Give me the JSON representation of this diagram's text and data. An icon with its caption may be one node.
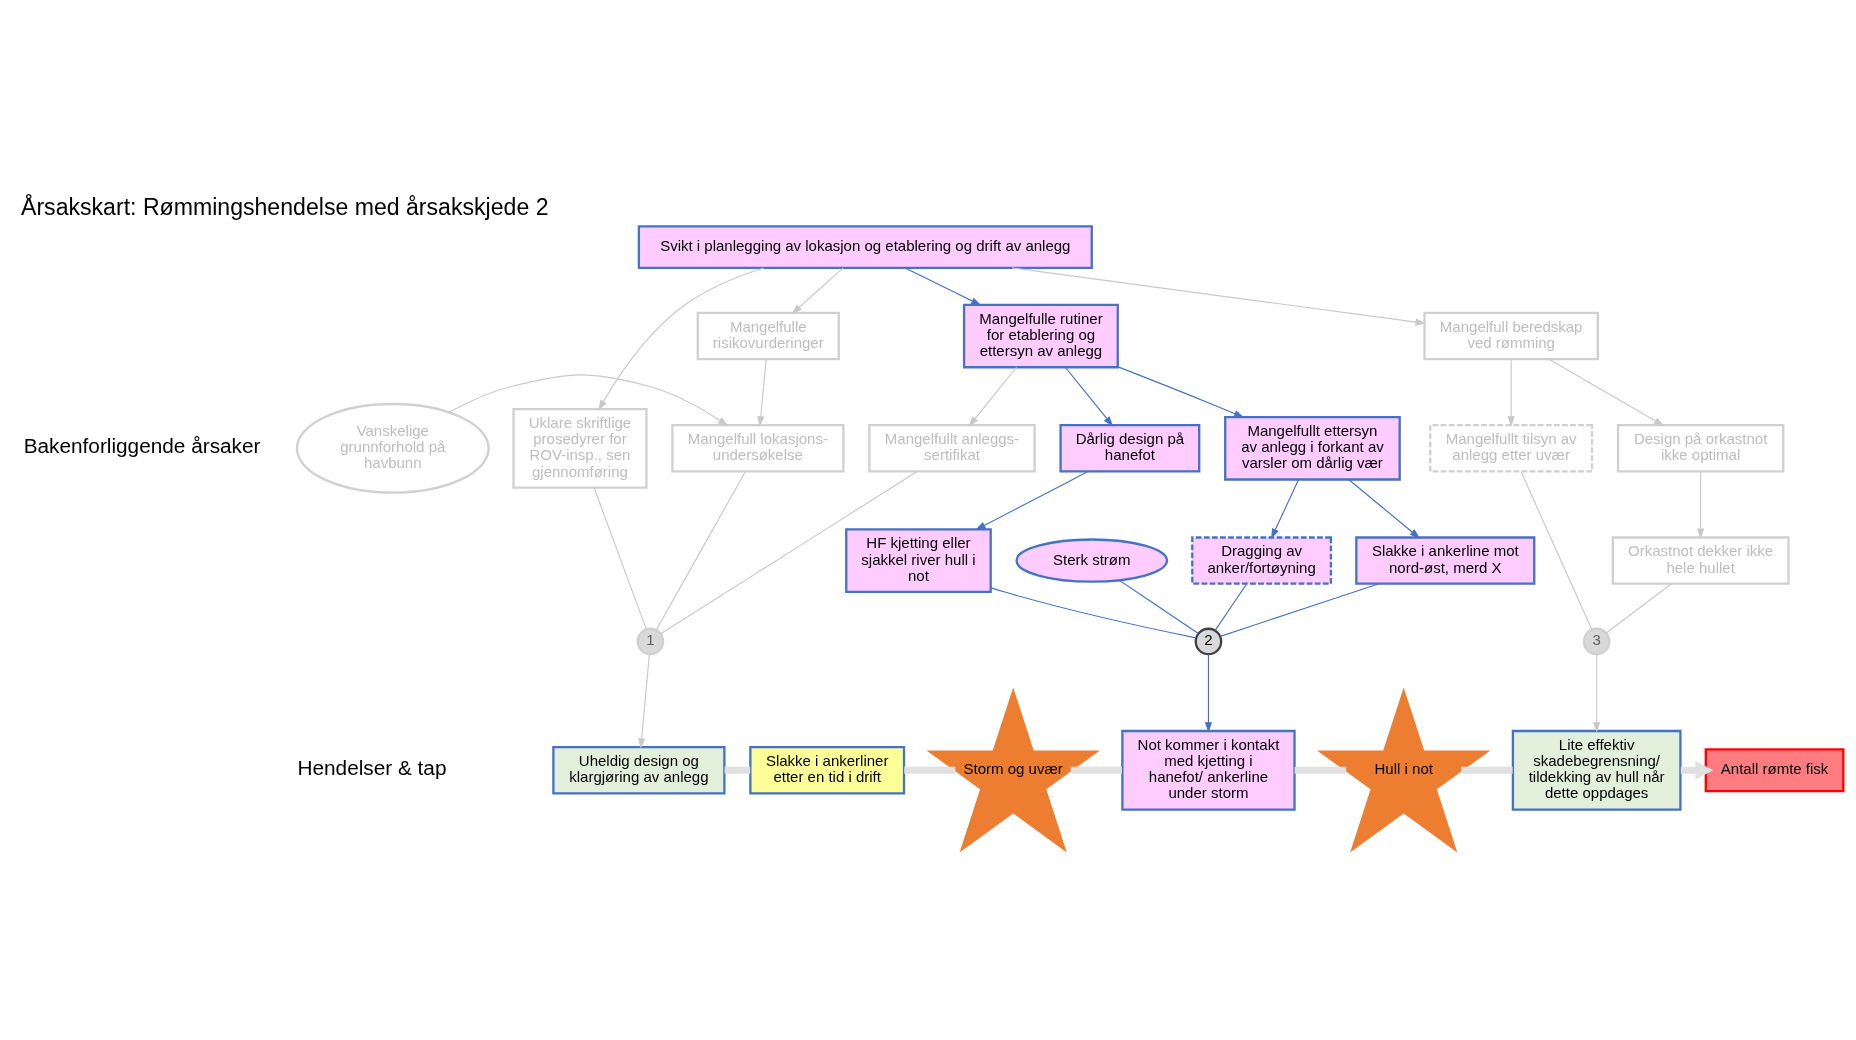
{
  "diagram": {
    "title": "Årsakskart: Rømmingshendelse med årsakskjede 2",
    "nodes": [
      {
        "text": [
          "Svikt i planlegging av lokasjon og etablering og drift av anlegg"
        ]
      },
      {
        "text": [
          "Mangelfulle risikovurderinger"
        ]
      },
      {
        "text": [
          "Mangelfulle rutiner for etablering og ettersyn av anlegg"
        ]
      },
      {
        "text": [
          "Mangelfull beredskap ved rømming"
        ]
      },
      {
        "text": [
          "Vanskelige grunnforhold på havbunn"
        ]
      },
      {
        "text": [
          "Mangelfull lokasjons- undersøkelse"
        ]
      },
      {
        "text": [
          "Uklare skriftlige prosedyrer for ROV-insp., sen gjennomføring"
        ]
      },
      {
        "text": [
          "Mangelfullt anleggs- sertifikat"
        ]
      },
      {
        "text": [
          "Mangelfullt ettersyn av anlegg i forkant av varsler om dårlig vær"
        ]
      },
      {
        "text": [
          "Dårlig design på hanefot"
        ]
      },
      {
        "text": [
          "Design på orkastnot ikke optimal"
        ]
      },
      {
        "text": [
          "Mangelfullt tilsyn av anlegg etter uvær"
        ]
      },
      {
        "text": [
          "Sterk strøm"
        ]
      },
      {
        "text": [
          "Dragging av anker/fortøyning"
        ]
      },
      {
        "text": [
          "Slakke i ankerline mot nord-øst, merd X"
        ]
      },
      {
        "text": [
          "HF kjetting eller sjakkel river hull i not"
        ]
      },
      {
        "text": [
          "Orkastnot dekker ikke hele hullet"
        ]
      },
      {
        "text": [
          "1"
        ]
      },
      {
        "text": [
          "2"
        ]
      },
      {
        "text": [
          "3"
        ]
      },
      {
        "text": [
          "Uheldig design og klargjøring av anlegg"
        ]
      },
      {
        "text": [
          "Slakke i ankerliner etter en tid i drift"
        ]
      },
      {
        "text": [
          "Storm og uvær"
        ]
      },
      {
        "text": [
          "Not kommer i kontakt med kjetting i hanefot/ ankerline under storm"
        ]
      },
      {
        "text": [
          "Hull i not"
        ]
      },
      {
        "text": [
          "Lite effektiv skadebegrensning/ tildekking av hull når dette oppdages"
        ]
      },
      {
        "text": [
          "Antall rømte fisk"
        ]
      }
    ],
    "edges": [
      {
        "from": 0,
        "to": 1,
        "arrow": "to"
      },
      {
        "from": 0,
        "to": 2,
        "arrow": "to",
        "color": "#4472c4"
      },
      {
        "from": 0,
        "to": 3,
        "arrow": "to"
      },
      {
        "from": 0,
        "to": 6,
        "arrow": "to"
      },
      {
        "from": 4,
        "to": 5,
        "arrow": "to"
      },
      {
        "from": 1,
        "to": 5,
        "arrow": "to"
      },
      {
        "from": 2,
        "to": 7,
        "arrow": "to"
      },
      {
        "from": 2,
        "to": 8,
        "arrow": "to",
        "color": "#4472c4"
      },
      {
        "from": 2,
        "to": 9,
        "arrow": "to",
        "color": "#4472c4"
      },
      {
        "from": 3,
        "to": 10,
        "arrow": "to"
      },
      {
        "from": 3,
        "to": 11,
        "arrow": "to"
      },
      {
        "from": 8,
        "to": 13,
        "arrow": "to",
        "color": "#4472c4"
      },
      {
        "from": 8,
        "to": 14,
        "arrow": "to",
        "color": "#4472c4"
      },
      {
        "from": 9,
        "to": 15,
        "arrow": "to",
        "color": "#4472c4"
      },
      {
        "from": 10,
        "to": 16,
        "arrow": "to"
      },
      {
        "from": 5,
        "to": 17,
        "arrow": "none"
      },
      {
        "from": 6,
        "to": 17,
        "arrow": "none"
      },
      {
        "from": 7,
        "to": 17,
        "arrow": "none"
      },
      {
        "from": 13,
        "to": 18,
        "arrow": "none",
        "color": "#4472c4"
      },
      {
        "from": 14,
        "to": 18,
        "arrow": "none",
        "color": "#4472c4"
      },
      {
        "from": 12,
        "to": 18,
        "arrow": "none",
        "color": "#4472c4"
      },
      {
        "from": 15,
        "to": 18,
        "arrow": "none",
        "color": "#4472c4"
      },
      {
        "from": 16,
        "to": 19,
        "arrow": "none"
      },
      {
        "from": 11,
        "to": 19,
        "arrow": "none"
      },
      {
        "from": 17,
        "to": 20,
        "arrow": "to"
      },
      {
        "from": 18,
        "to": 23,
        "arrow": "to",
        "color": "#4472c4"
      },
      {
        "from": 19,
        "to": 25,
        "arrow": "to"
      },
      {
        "from": 20,
        "to": 21,
        "arrow": "none",
        "style": "thick",
        "color": "#e0e0e0"
      },
      {
        "from": 21,
        "to": 22,
        "arrow": "none",
        "style": "thick",
        "color": "#e0e0e0"
      },
      {
        "from": 22,
        "to": 23,
        "arrow": "none",
        "style": "thick",
        "color": "#e0e0e0"
      },
      {
        "from": 23,
        "to": 24,
        "arrow": "none",
        "style": "thick",
        "color": "#e0e0e0"
      },
      {
        "from": 24,
        "to": 25,
        "arrow": "none",
        "style": "thick",
        "color": "#e0e0e0"
      },
      {
        "from": 25,
        "to": 26,
        "arrow": "to",
        "style": "thick",
        "color": "#e0e0e0"
      }
    ],
    "labels": [
      "Bakenforliggende årsaker",
      "Hendelser & tap"
    ]
  }
}
